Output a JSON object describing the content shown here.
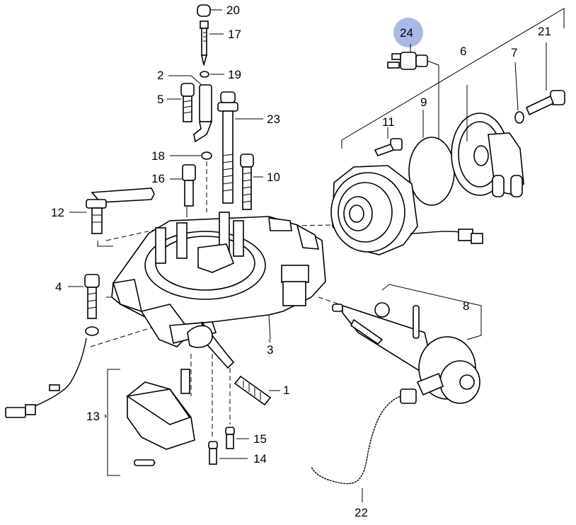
{
  "callouts": {
    "p1": "1",
    "p2": "2",
    "p3": "3",
    "p4": "4",
    "p5": "5",
    "p6": "6",
    "p7": "7",
    "p8": "8",
    "p9": "9",
    "p10": "10",
    "p11": "11",
    "p12": "12",
    "p13": "13",
    "p14": "14",
    "p15": "15",
    "p16": "16",
    "p17": "17",
    "p18": "18",
    "p19": "19",
    "p20": "20",
    "p21": "21",
    "p22": "22",
    "p23": "23",
    "p24": "24"
  },
  "colors": {
    "highlight": "#a9b9e6",
    "ink": "#000000",
    "background": "#ffffff"
  },
  "highlighted_callout": "24"
}
